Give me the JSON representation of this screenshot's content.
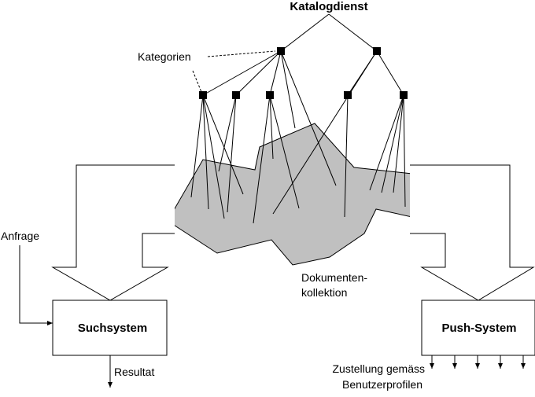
{
  "diagram": {
    "title": "Katalogdienst",
    "categories_label": "Kategorien",
    "collection_label_line1": "Dokumenten-",
    "collection_label_line2": "kollektion",
    "query_label": "Anfrage",
    "search_system_label": "Suchsystem",
    "push_system_label": "Push-System",
    "result_label": "Resultat",
    "delivery_label_line1": "Zustellung gemäss",
    "delivery_label_line2": "Benutzerprofilen",
    "colors": {
      "collection_fill": "#c0c0c0",
      "stroke": "#000000",
      "node_fill": "#000000"
    }
  }
}
